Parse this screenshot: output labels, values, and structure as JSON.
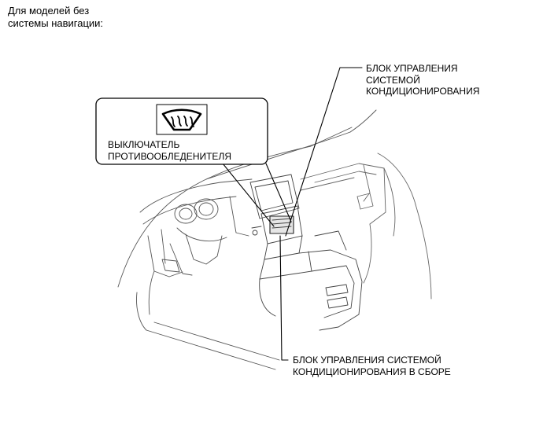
{
  "header": {
    "line1": "Для моделей без",
    "line2": "системы навигации:"
  },
  "callouts": {
    "ac_unit": {
      "line1": "БЛОК УПРАВЛЕНИЯ",
      "line2": "СИСТЕМОЙ",
      "line3": "КОНДИЦИОНИРОВАНИЯ"
    },
    "defogger_switch": {
      "icon": "windshield-defogger-icon",
      "line1": "ВЫКЛЮЧАТЕЛЬ",
      "line2": "ПРОТИВООБЛЕДЕНИТЕЛЯ"
    },
    "ac_assembly": {
      "line1": "БЛОК УПРАВЛЕНИЯ СИСТЕМОЙ",
      "line2": "КОНДИЦИОНИРОВАНИЯ В СБОРЕ"
    }
  }
}
